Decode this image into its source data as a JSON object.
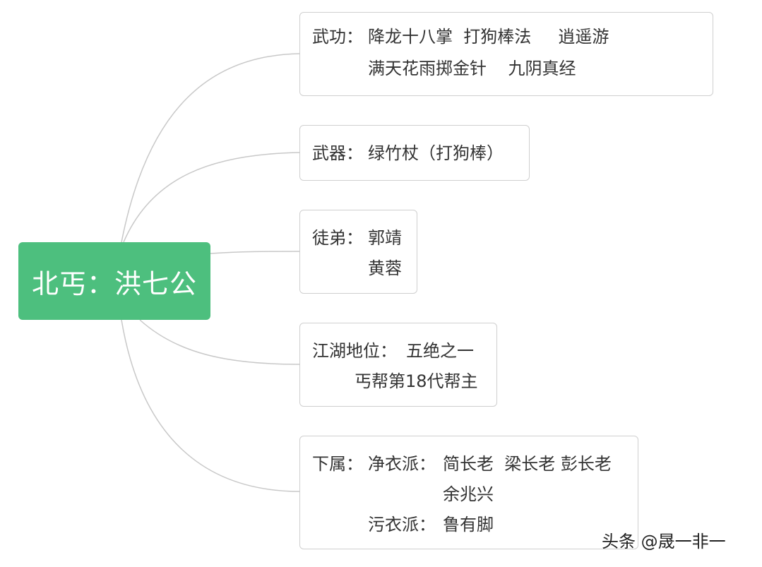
{
  "root": {
    "label": "北丐：洪七公"
  },
  "branches": {
    "skills": {
      "key": "武功：",
      "line1": "降龙十八掌  打狗棒法     逍遥游",
      "line2": "满天花雨掷金针    九阴真经"
    },
    "weapon": {
      "key": "武器：",
      "line1": "绿竹杖（打狗棒）"
    },
    "disciples": {
      "key": "徒弟：",
      "line1": "郭靖",
      "line2": "黄蓉"
    },
    "status": {
      "key": "江湖地位：",
      "line1": "五绝之一",
      "line2": "丐帮第18代帮主"
    },
    "subordinates": {
      "key": "下属：",
      "clean_key": "净衣派：",
      "clean_line1": "简长老  梁长老 彭长老",
      "clean_line2": "余兆兴",
      "dirty_key": "污衣派：",
      "dirty_line1": "鲁有脚"
    }
  },
  "watermark": "头条 @晟一非一",
  "colors": {
    "root_fill": "#4dbf7e",
    "connector": "#c8c8c8",
    "box_border": "#cfcfcf"
  }
}
